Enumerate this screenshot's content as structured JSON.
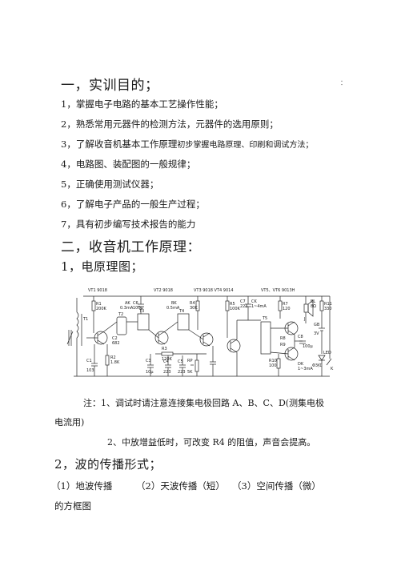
{
  "section1": {
    "title": "一，实训目的；",
    "marker": "：",
    "items": [
      "1，掌握电子电路的基本工艺操作性能；",
      "2，熟悉常用元器件的检测方法，元器件的选用原则；",
      "3，了解收音机基本工作原理",
      "4，电路图、装配图的一般规律；",
      "5，正确使用测试仪器；",
      "6，了解电子产品的一般生产过程；",
      "7，具有初步编写技术报告的能力"
    ],
    "item3_small": "初步掌握电路原理、印刷和调试方法；"
  },
  "section2": {
    "title": "二，收音机工作原理：",
    "sub1": "1，电原理图；",
    "schematic_labels": {
      "vt1": "VT1 9018",
      "vt2": "VT2 9018",
      "vt34": "VT3 9018 VT4 9014",
      "vt56": "VT5、VT6 9013H",
      "r1": "R1",
      "r1v": "200K",
      "ak": "AK",
      "aki": "0.3mA",
      "bk": "BK",
      "bki": "0.5mA",
      "c6": "C6",
      "c6v": "100μ",
      "r4": "R4",
      "r4v": "30K",
      "r5": "R5",
      "r5v": "100K",
      "c7": "C7",
      "c7v": "223",
      "ck": "CK",
      "cki": "1~4mA",
      "r7": "R7",
      "r7v": "120",
      "bl": "BL",
      "blv": "8Ω",
      "r11": "R11",
      "r11v": "330",
      "gb": "GB",
      "gbv": "3V",
      "t1": "T1",
      "t2": "T2",
      "t3": "T3",
      "t4": "T4",
      "t5": "T5",
      "r2": "R2",
      "r2v": "1.8K",
      "r3": "R3",
      "r3v": "120K",
      "c3": "C3",
      "c3v": "10μ",
      "c4": "C4",
      "c4v": "223",
      "c5": "C5",
      "c5v": "223",
      "rp": "RP",
      "rpv": "5K",
      "c1": "C1",
      "c1v": "103",
      "c2": "C2",
      "c2v": "682",
      "c8": "C8",
      "c8v": "100μ",
      "r10": "R10",
      "r10v": "100",
      "dk": "DK",
      "dkv": "1~3mA",
      "led": "LED",
      "ledv": "Φ3红",
      "k": "K",
      "r8": "R8",
      "r9": "R9",
      "j": "J"
    },
    "note1": "注：1、调试时请注意连接集电极回路 A、B、C、D(测集电极",
    "note1b": "电流用)",
    "note2": "2、中放增益低时，可改变 R4 的阻值，声音会提高。",
    "sub2": "2，波的传播形式；",
    "propagation": [
      "（1）地波传播",
      "（2）天波传播（短）",
      "（3）空间传播（微）"
    ],
    "block_diagram": "的方框图"
  }
}
